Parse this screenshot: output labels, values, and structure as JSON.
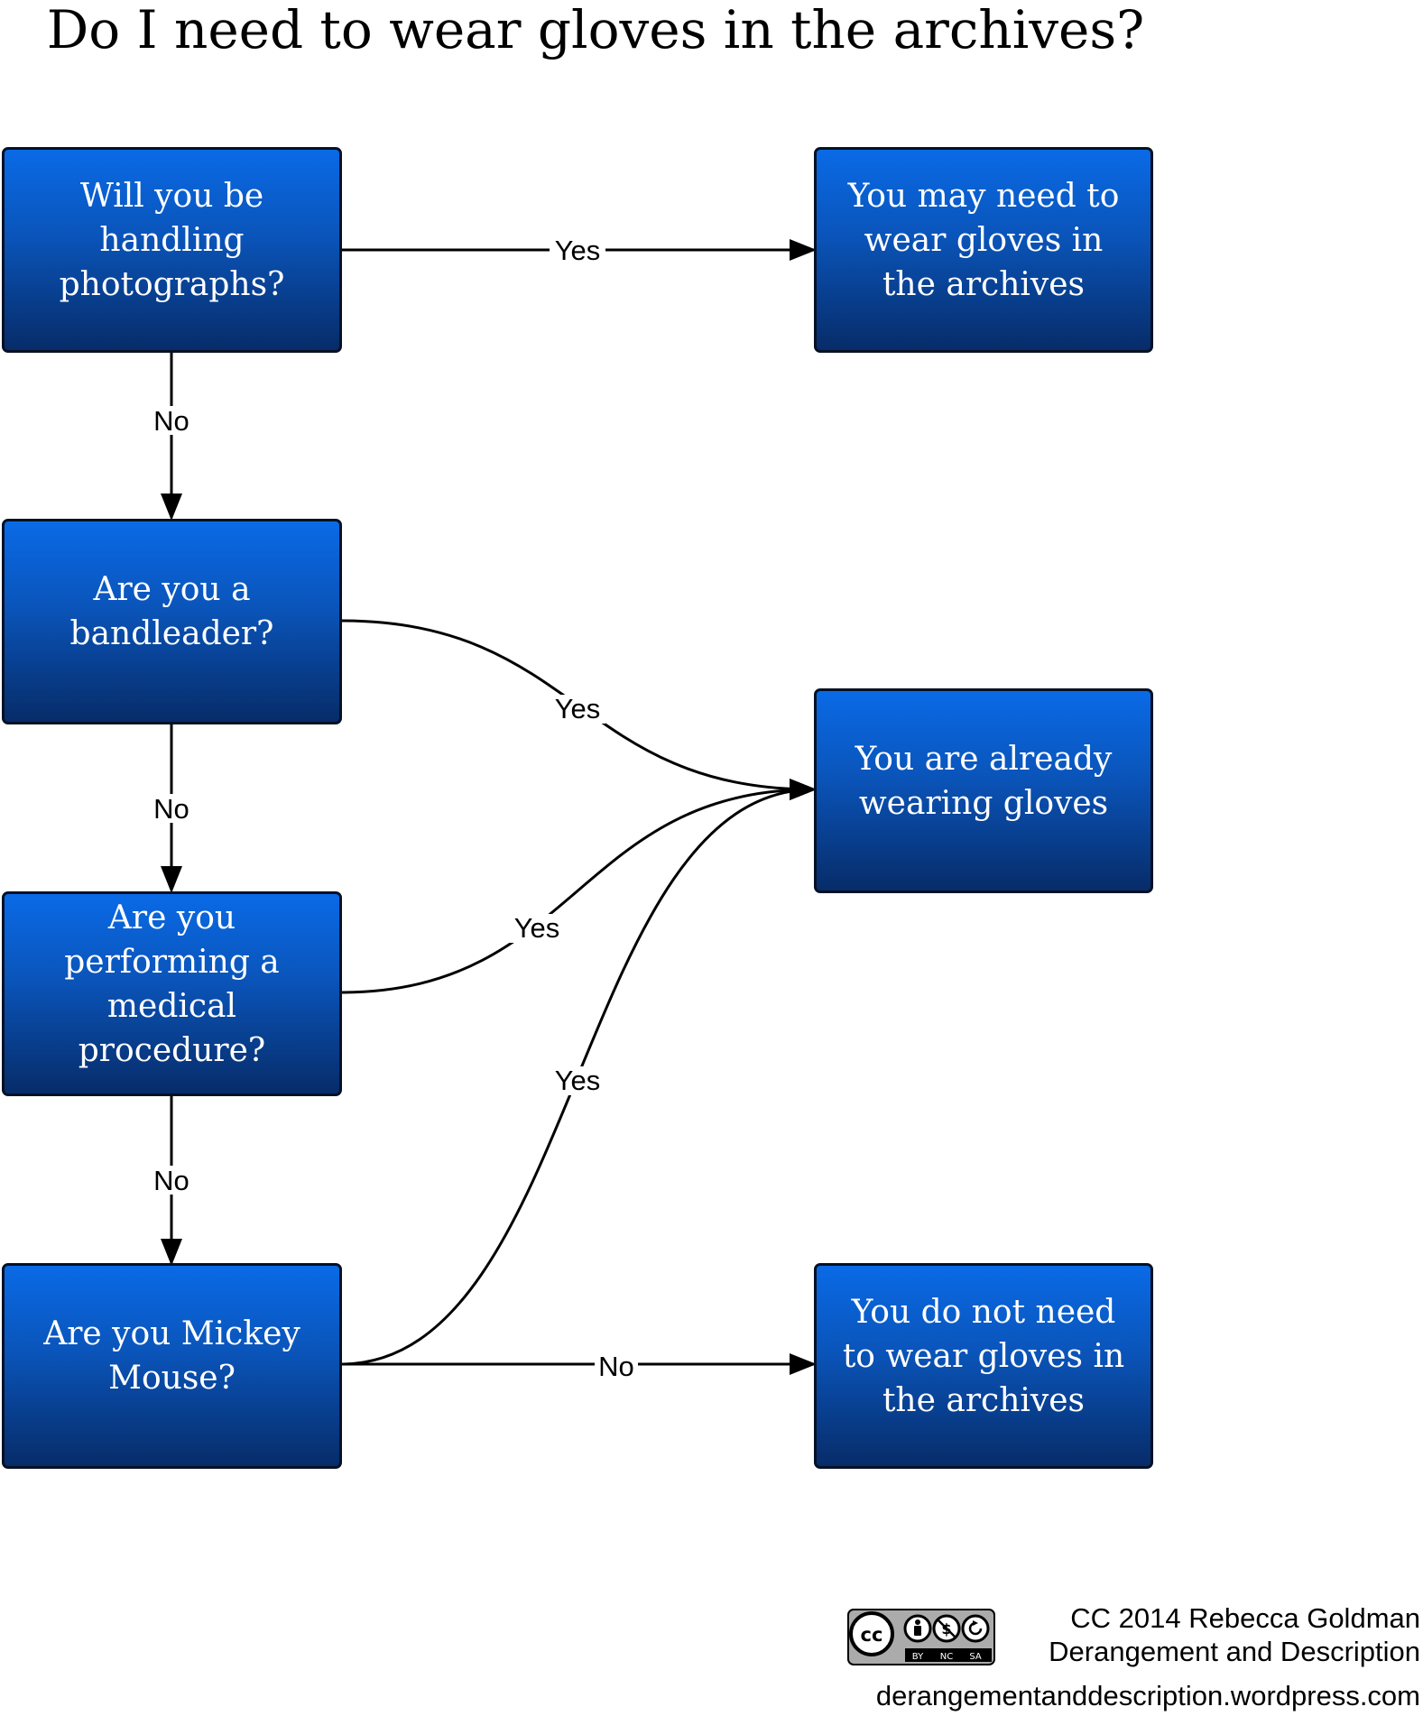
{
  "title": "Do I need to wear gloves in the archives?",
  "nodes": {
    "q_photographs": "Will you be handling photographs?",
    "q_bandleader": "Are you a bandleader?",
    "q_medical": "Are you performing a medical procedure?",
    "q_mickey": "Are you Mickey Mouse?",
    "a_may_need": "You may need to wear gloves in the archives",
    "a_already": "You are already wearing gloves",
    "a_no_need": "You do not need to wear gloves in the archives"
  },
  "edges": [
    {
      "from": "q_photographs",
      "to": "a_may_need",
      "label": "Yes"
    },
    {
      "from": "q_photographs",
      "to": "q_bandleader",
      "label": "No"
    },
    {
      "from": "q_bandleader",
      "to": "a_already",
      "label": "Yes"
    },
    {
      "from": "q_bandleader",
      "to": "q_medical",
      "label": "No"
    },
    {
      "from": "q_medical",
      "to": "a_already",
      "label": "Yes"
    },
    {
      "from": "q_medical",
      "to": "q_mickey",
      "label": "No"
    },
    {
      "from": "q_mickey",
      "to": "a_already",
      "label": "Yes"
    },
    {
      "from": "q_mickey",
      "to": "a_no_need",
      "label": "No"
    }
  ],
  "credit": {
    "line1": "CC 2014 Rebecca Goldman",
    "line2": "Derangement and Description",
    "url": "derangementanddescription.wordpress.com"
  },
  "license_badge": {
    "cc_mark": "cc",
    "terms": [
      "BY",
      "NC",
      "SA"
    ]
  }
}
